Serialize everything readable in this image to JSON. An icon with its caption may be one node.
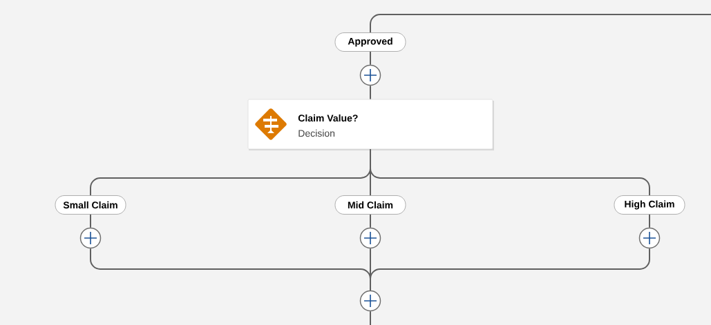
{
  "diagram": {
    "nodes": [
      {
        "text": [
          "Approved"
        ]
      },
      {
        "text": [],
        "shape": "circle"
      },
      {
        "text": [
          "Claim Value?",
          "Decision"
        ]
      },
      {
        "text": [
          "Small Claim"
        ]
      },
      {
        "text": [
          "Mid Claim"
        ]
      },
      {
        "text": [
          "High Claim"
        ]
      },
      {
        "text": [],
        "shape": "circle"
      },
      {
        "text": [],
        "shape": "circle"
      },
      {
        "text": [],
        "shape": "circle"
      },
      {
        "text": [],
        "shape": "circle"
      }
    ],
    "edges": [
      {
        "from": null,
        "to": 0,
        "arrow": "none"
      },
      {
        "from": 0,
        "to": 1,
        "arrow": "none"
      },
      {
        "from": 1,
        "to": 2,
        "arrow": "none"
      },
      {
        "from": 2,
        "to": 3,
        "arrow": "none"
      },
      {
        "from": 2,
        "to": 4,
        "arrow": "none"
      },
      {
        "from": 2,
        "to": 5,
        "arrow": "none"
      },
      {
        "from": 3,
        "to": 6,
        "arrow": "none"
      },
      {
        "from": 4,
        "to": 7,
        "arrow": "none"
      },
      {
        "from": 5,
        "to": 8,
        "arrow": "none"
      },
      {
        "from": 6,
        "to": 9,
        "arrow": "none"
      },
      {
        "from": 7,
        "to": 9,
        "arrow": "none"
      },
      {
        "from": 8,
        "to": 9,
        "arrow": "none"
      },
      {
        "from": 9,
        "to": null,
        "arrow": "none"
      }
    ]
  }
}
